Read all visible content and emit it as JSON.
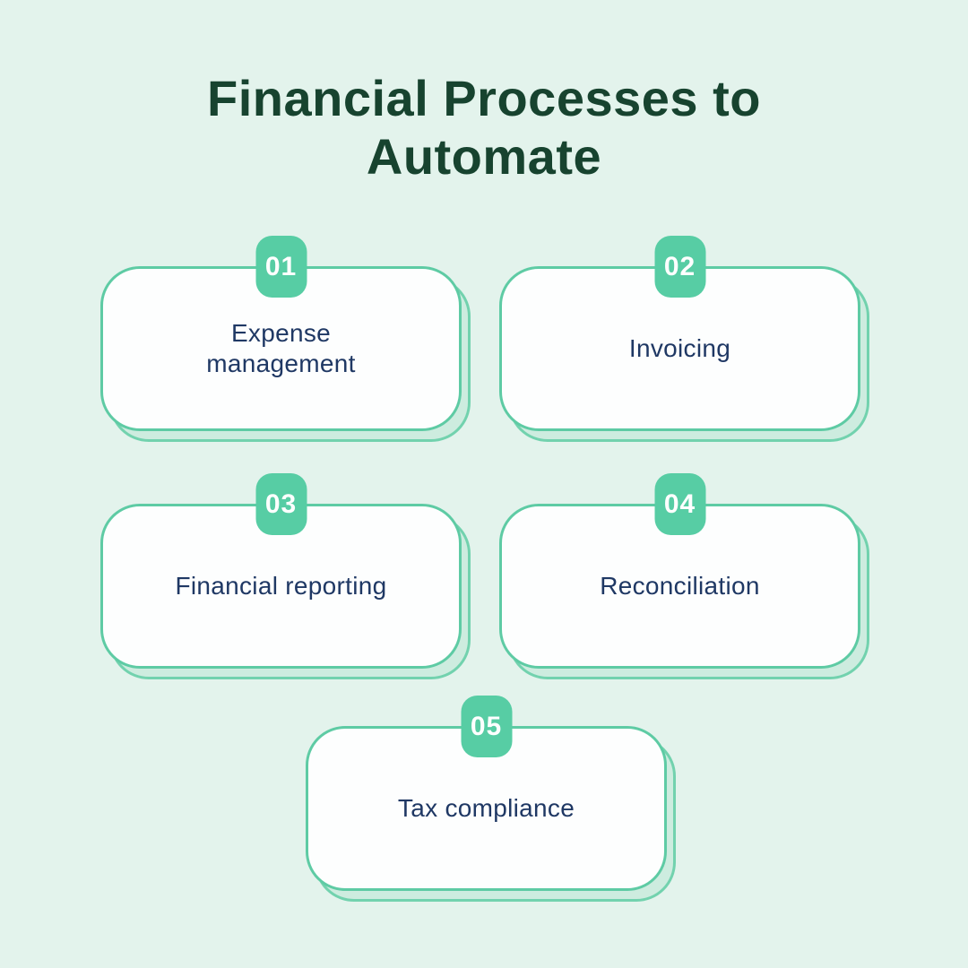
{
  "title": "Financial Processes to Automate",
  "colors": {
    "background": "#e3f3ec",
    "title": "#17432f",
    "badge": "#57cda4",
    "badge_text": "#ffffff",
    "card_bg": "#fdfefe",
    "card_border": "#5ecba4",
    "shadow_fill": "#cdecdf",
    "shadow_border": "#72d2ae",
    "label": "#1f3864"
  },
  "cards": [
    {
      "number": "01",
      "label": "Expense management"
    },
    {
      "number": "02",
      "label": "Invoicing"
    },
    {
      "number": "03",
      "label": "Financial reporting"
    },
    {
      "number": "04",
      "label": "Reconciliation"
    },
    {
      "number": "05",
      "label": "Tax compliance"
    }
  ]
}
